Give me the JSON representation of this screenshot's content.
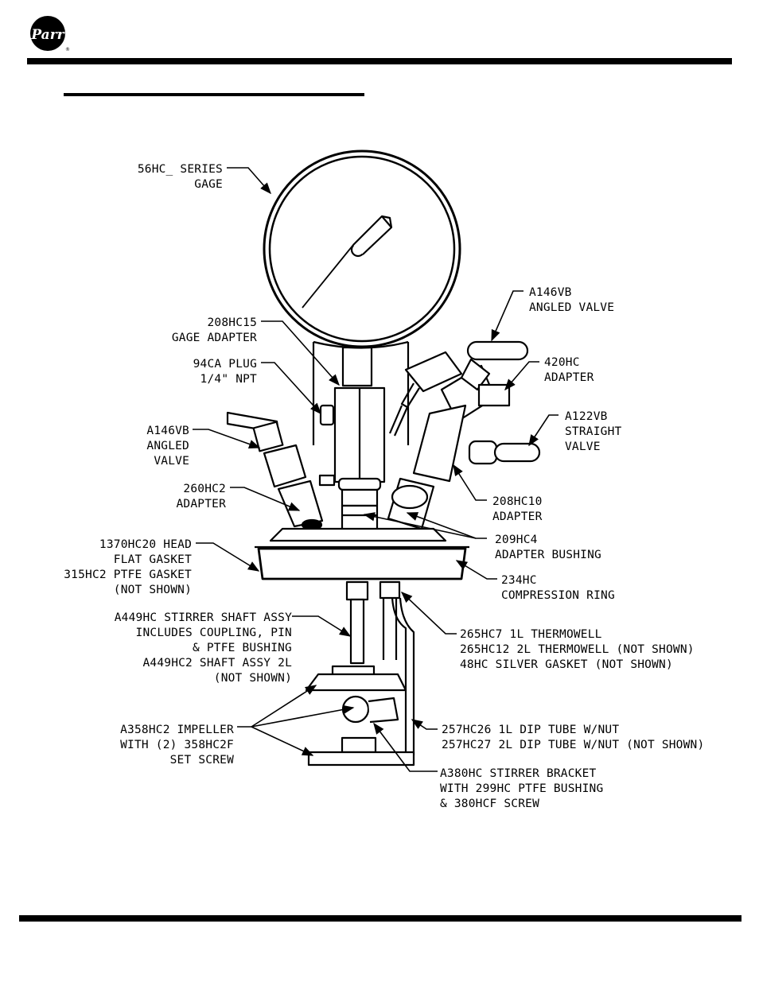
{
  "brand": {
    "logo_text": "Parr",
    "registered_mark": "®"
  },
  "labels": {
    "gage": [
      "56HC_ SERIES",
      "GAGE"
    ],
    "gage_adapter": [
      "208HC15",
      "GAGE ADAPTER"
    ],
    "plug": [
      "94CA PLUG",
      "1/4\" NPT"
    ],
    "angled_valve_left": [
      "A146VB",
      "ANGLED",
      "VALVE"
    ],
    "adapter_260": [
      "260HC2",
      "ADAPTER"
    ],
    "head": [
      "1370HC20 HEAD",
      "FLAT GASKET",
      "315HC2 PTFE GASKET",
      "(NOT SHOWN)"
    ],
    "stirrer_shaft": [
      "A449HC STIRRER SHAFT ASSY",
      "INCLUDES COUPLING, PIN",
      "& PTFE BUSHING",
      "A449HC2 SHAFT ASSY 2L",
      "(NOT SHOWN)"
    ],
    "impeller": [
      "A358HC2 IMPELLER",
      "WITH (2) 358HC2F",
      "SET SCREW"
    ],
    "angled_valve_right": [
      "A146VB",
      "ANGLED VALVE"
    ],
    "adapter_420": [
      "420HC",
      "ADAPTER"
    ],
    "straight_valve": [
      "A122VB",
      "STRAIGHT",
      "VALVE"
    ],
    "adapter_208": [
      "208HC10",
      "ADAPTER"
    ],
    "bushing": [
      "209HC4",
      "ADAPTER BUSHING"
    ],
    "ring": [
      "234HC",
      "COMPRESSION RING"
    ],
    "thermowell": [
      "265HC7 1L THERMOWELL",
      "265HC12 2L THERMOWELL (NOT SHOWN)",
      "48HC SILVER GASKET (NOT SHOWN)"
    ],
    "dip_tube": [
      "257HC26 1L DIP TUBE W/NUT",
      "257HC27 2L DIP TUBE W/NUT (NOT SHOWN)"
    ],
    "bracket": [
      "A380HC STIRRER BRACKET",
      "WITH 299HC PTFE BUSHING",
      "& 380HCF SCREW"
    ]
  }
}
